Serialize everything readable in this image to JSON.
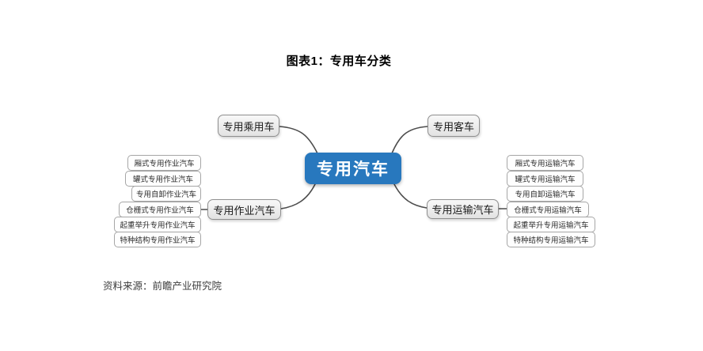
{
  "title": "图表1：专用车分类",
  "source": "资料来源：前瞻产业研究院",
  "center": {
    "label": "专用汽车"
  },
  "nodes": {
    "passenger": {
      "label": "专用乘用车"
    },
    "bus": {
      "label": "专用客车"
    },
    "work": {
      "label": "专用作业汽车"
    },
    "transport": {
      "label": "专用运输汽车"
    }
  },
  "work_children": [
    "厢式专用作业汽车",
    "罐式专用作业汽车",
    "专用自卸作业汽车",
    "仓栅式专用作业汽车",
    "起重举升专用作业汽车",
    "特种结构专用作业汽车"
  ],
  "transport_children": [
    "厢式专用运输汽车",
    "罐式专用运输汽车",
    "专用自卸运输汽车",
    "仓栅式专用运输汽车",
    "起重举升专用运输汽车",
    "特种结构专用运输汽车"
  ],
  "colors": {
    "center_fill": "#2878be",
    "node_fill": "#ececec",
    "node_border": "#8f8f8f",
    "leaf_border": "#a6a6a6",
    "line": "#4d4d4d"
  }
}
